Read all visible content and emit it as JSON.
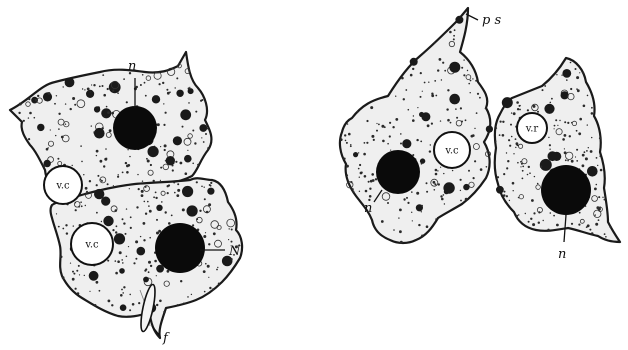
{
  "labels": {
    "nucleus_left_top": "n",
    "nucleus_left_bottom": "N",
    "vacuole_left_top": "v.c",
    "vacuole_left_bottom": "v.c",
    "food_label": "f",
    "pseudopod_label": "p s",
    "vacuole_right_a": "v.c",
    "nucleus_right_a": "n",
    "vacuole_right_b": "v.r",
    "nucleus_right_b": "n"
  },
  "colors": {
    "outline": "#1a1a1a",
    "cytoplasm": "#efefef",
    "nucleus": "#0a0a0a",
    "background": "#ffffff"
  }
}
